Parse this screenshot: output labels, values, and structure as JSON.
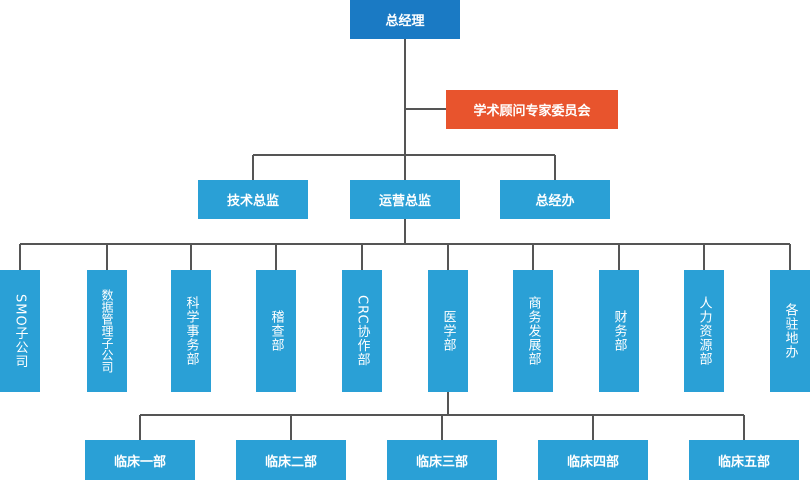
{
  "colors": {
    "top": "#1a7ac4",
    "advisory": "#e8542d",
    "node": "#2aa0d6",
    "line": "#555555"
  },
  "org": {
    "ceo": "总经理",
    "advisory": "学术顾问专家委员会",
    "level2": [
      "技术总监",
      "运营总监",
      "总经办"
    ],
    "departments": [
      "SMO子公司",
      "数据管理子公司",
      "科学事务部",
      "稽查部",
      "CRC协作部",
      "医学部",
      "商务发展部",
      "财务部",
      "人力资源部",
      "各驻地办"
    ],
    "clinical": [
      "临床一部",
      "临床二部",
      "临床三部",
      "临床四部",
      "临床五部"
    ]
  }
}
